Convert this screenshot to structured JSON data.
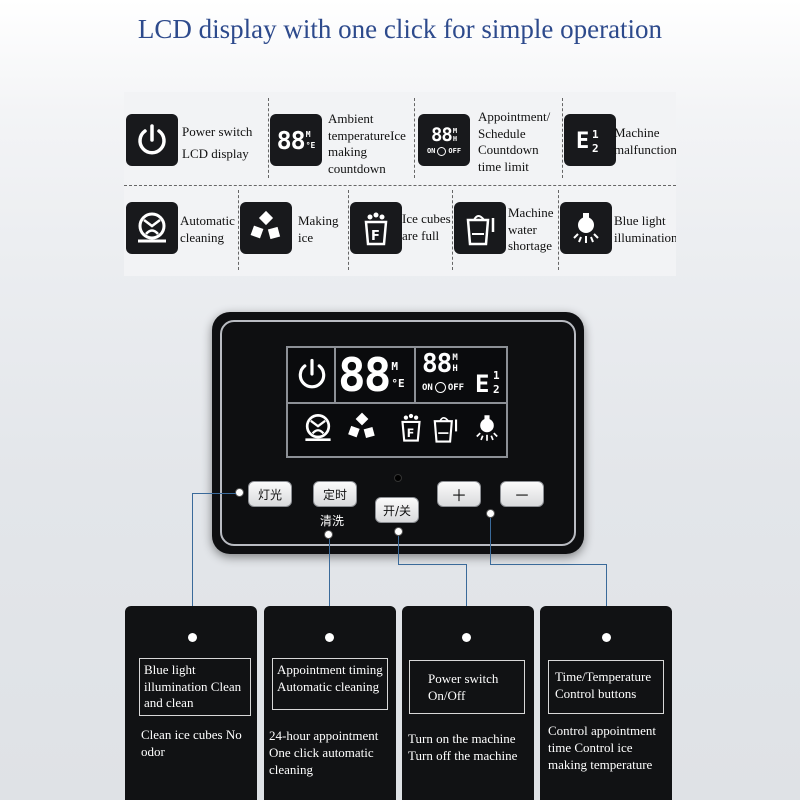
{
  "title": "LCD display with one click for simple operation",
  "legend": {
    "row1": [
      {
        "icon": "power-icon",
        "label": "Power switch LCD display"
      },
      {
        "icon": "seven-segment-88-icon",
        "glyph": "88",
        "sup1": "M",
        "sup2": "°E",
        "label": "Ambient temperatureIce making countdown"
      },
      {
        "icon": "timer-88-on-off-icon",
        "glyph": "88",
        "sup1": "M",
        "sup2": "H",
        "on": "ON",
        "off": "OFF",
        "label": "Appointment/ Schedule Countdown time limit"
      },
      {
        "icon": "error-e12-icon",
        "label": "Machine malfunction"
      }
    ],
    "row2": [
      {
        "icon": "cleaning-icon",
        "label": "Automatic cleaning"
      },
      {
        "icon": "ice-cubes-icon",
        "label": "Making ice"
      },
      {
        "icon": "ice-full-icon",
        "label": "Ice cubes are full"
      },
      {
        "icon": "water-shortage-icon",
        "label": "Machine water shortage"
      },
      {
        "icon": "light-bulb-icon",
        "label": "Blue light illumination"
      }
    ]
  },
  "panel": {
    "display": {
      "temp": "88",
      "temp_sup1": "M",
      "temp_sup2": "°E",
      "time": "88",
      "time_sup1": "M",
      "time_sup2": "H",
      "on": "ON",
      "off": "OFF"
    },
    "buttons": {
      "light": "灯光",
      "timer": "定时",
      "timer_sub": "清洗",
      "power": "开/关",
      "plus": "＋",
      "minus": "－"
    }
  },
  "cards": [
    {
      "box": "Blue light illumination Clean and clean",
      "text": "Clean ice cubes No odor"
    },
    {
      "box": "Appointment timing Automatic cleaning",
      "text": "24-hour appointment One click automatic cleaning"
    },
    {
      "box": "Power switch On/Off",
      "text": "Turn on the machine Turn off the machine"
    },
    {
      "box": "Time/Temperature Control buttons",
      "text": "Control appointment time Control ice making temperature"
    }
  ]
}
